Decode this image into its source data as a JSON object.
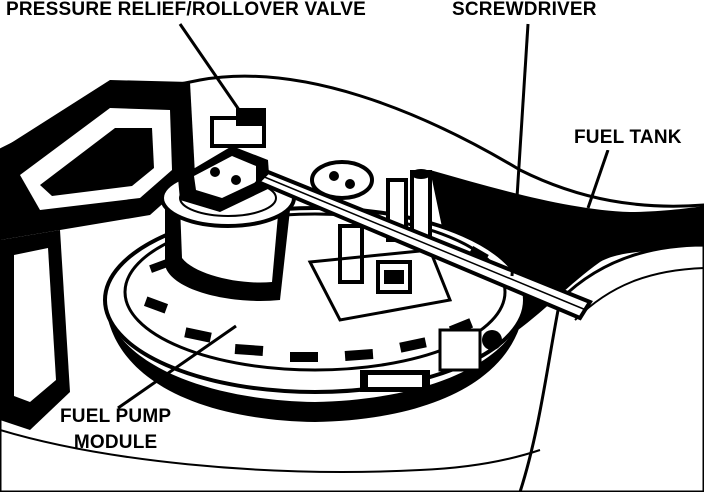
{
  "labels": {
    "pressure_relief_valve": "PRESSURE RELIEF/ROLLOVER VALVE",
    "screwdriver": "SCREWDRIVER",
    "fuel_tank": "FUEL TANK",
    "fuel_pump_module_line1": "FUEL PUMP",
    "fuel_pump_module_line2": "MODULE"
  },
  "colors": {
    "ink": "#000000",
    "paper": "#ffffff"
  }
}
